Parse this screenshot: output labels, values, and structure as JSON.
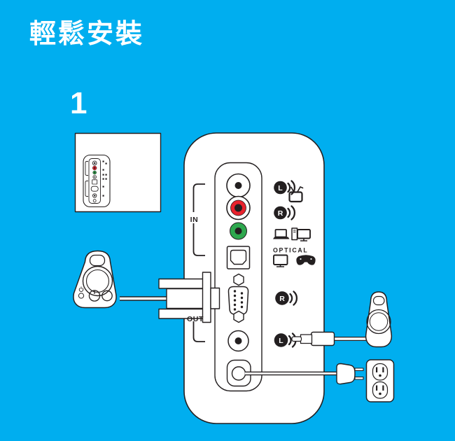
{
  "page": {
    "title": "輕鬆安裝",
    "step_number": "1"
  },
  "colors": {
    "background": "#00AEEF",
    "line": "#231F20",
    "white": "#FFFFFF",
    "red_jack": "#E8222D",
    "green_jack": "#2EA84E"
  },
  "panel": {
    "section_in_label": "IN",
    "section_out_label": "OUT",
    "optical_label": "OPTICAL",
    "badges": {
      "in_left": "L",
      "in_right": "R",
      "out_right": "R",
      "out_left": "L"
    }
  },
  "icons": {
    "tv": "tv-icon",
    "laptop": "laptop-icon",
    "desktop_tower": "desktop-tower-icon",
    "monitor": "monitor-icon",
    "display": "display-icon",
    "gamepad": "gamepad-icon",
    "sound_waves": "sound-waves-icon",
    "power_plug": "power-plug-icon",
    "power_outlet": "power-outlet-icon"
  }
}
